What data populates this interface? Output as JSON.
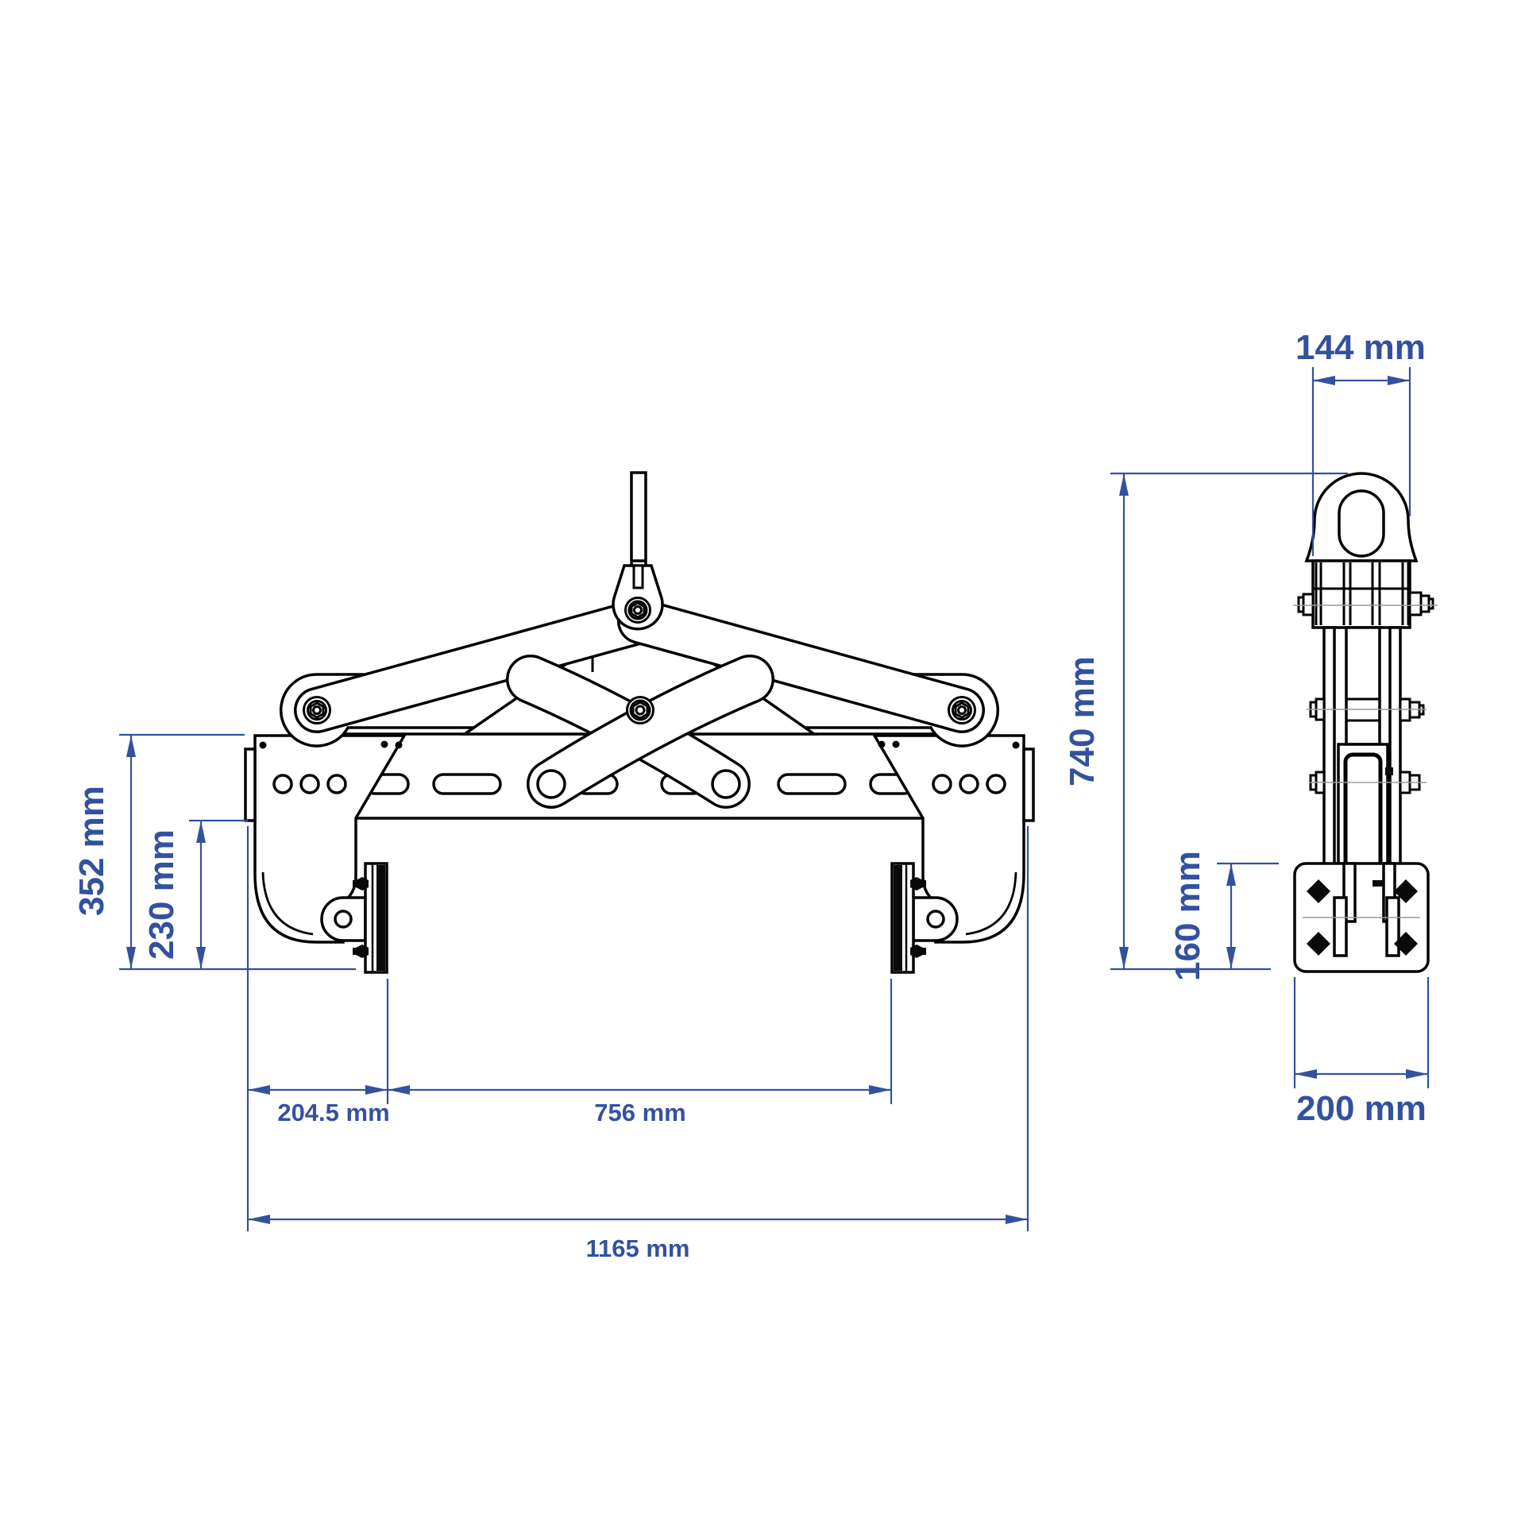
{
  "drawing": {
    "type": "engineering-dimension-drawing",
    "subject": "scissor-grab-lifting-clamp",
    "unit": "mm",
    "colors": {
      "background": "#ffffff",
      "outline": "#000000",
      "dimension": "#33519F",
      "centerline": "#9a9a9a"
    },
    "front_view": {
      "dimensions": {
        "height_overall": "352 mm",
        "grip_height": "230 mm",
        "edge_to_pad": "204.5 mm",
        "jaw_opening": "756 mm",
        "width_overall": "1165 mm"
      }
    },
    "side_view": {
      "dimensions": {
        "eye_width": "144 mm",
        "height_overall": "740 mm",
        "pad_height": "160 mm",
        "pad_width": "200 mm"
      }
    }
  }
}
